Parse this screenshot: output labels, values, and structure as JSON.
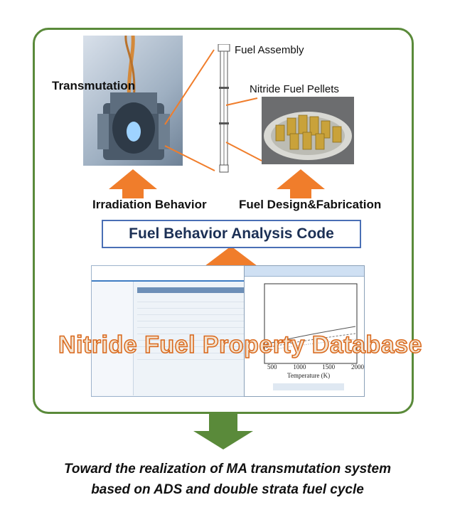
{
  "labels": {
    "transmutation": "Transmutation",
    "fuel_assembly": "Fuel Assembly",
    "nitride_pellets": "Nitride Fuel Pellets",
    "irradiation": "Irradiation Behavior",
    "fuel_design": "Fuel Design&Fabrication",
    "analysis_code": "Fuel Behavior Analysis Code",
    "database": "Nitride Fuel Property Database"
  },
  "plot_axes": {
    "xlabel": "Temperature (K)",
    "ticks": [
      "500",
      "1000",
      "1500",
      "2000"
    ]
  },
  "bottom_text": {
    "line1": "Toward the realization of MA transmutation system",
    "line2": "based on ADS and double strata fuel cycle"
  },
  "colors": {
    "frame": "#5a8a3a",
    "orange_arrow": "#f07d2b",
    "green_arrow": "#5a8a3a",
    "code_border": "#4a6fb5",
    "db_outline": "#d9671a"
  }
}
